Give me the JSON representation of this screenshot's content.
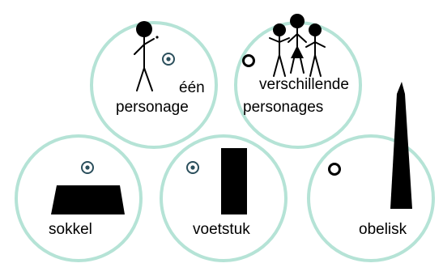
{
  "colors": {
    "circle_stroke": "#b5e3d6",
    "radio_selected": "#2b4f5c",
    "radio_unselected": "#000000",
    "shape_fill": "#000000"
  },
  "options": [
    {
      "id": "een-personage",
      "label_line1": "één",
      "label_line2": "personage",
      "icon": "single-stick-figure-icon",
      "state": "selected"
    },
    {
      "id": "verschillende-personages",
      "label_line1": "verschillende",
      "label_line2": "personages",
      "icon": "group-stick-figures-icon",
      "state": "unselected"
    },
    {
      "id": "sokkel",
      "label": "sokkel",
      "icon": "pedestal-trapezoid-icon",
      "state": "selected"
    },
    {
      "id": "voetstuk",
      "label": "voetstuk",
      "icon": "plinth-rectangle-icon",
      "state": "selected"
    },
    {
      "id": "obelisk",
      "label": "obelisk",
      "icon": "obelisk-icon",
      "state": "unselected"
    }
  ]
}
